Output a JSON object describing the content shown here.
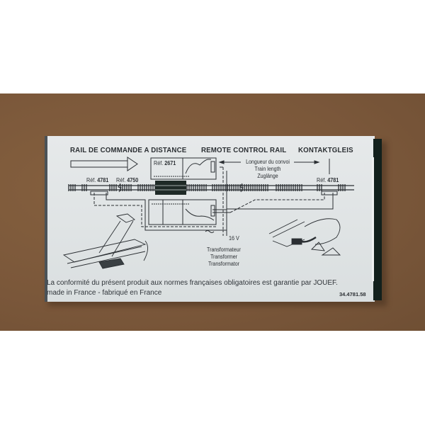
{
  "scene": {
    "description": "Photo of the back of a JOUEF model railway product box lying on a brown surface",
    "background_color": "#7d5a3c",
    "box_color": "#dfe3e4",
    "box_edge_color": "#12201c"
  },
  "box": {
    "headers": {
      "french": "RAIL DE COMMANDE A DISTANCE",
      "english": "REMOTE CONTROL RAIL",
      "german": "KONTAKTGLEIS"
    },
    "diagram": {
      "refs": [
        {
          "prefix": "Réf.",
          "number": "4781",
          "position": "left"
        },
        {
          "prefix": "Réf.",
          "number": "4750",
          "position": "left-center"
        },
        {
          "prefix": "Réf.",
          "number": "2671",
          "position": "center"
        },
        {
          "prefix": "Réf.",
          "number": "4781",
          "position": "right"
        }
      ],
      "train_length_label": [
        "Longueur du convoi",
        "Train length",
        "Zuglänge"
      ],
      "voltage_label": "16 V",
      "transformer_label": [
        "Transformateur",
        "Transformer",
        "Transformator"
      ]
    },
    "footer": {
      "conformity": "La conformité du présent produit aux normes françaises obligatoires est garantie par JOUEF.",
      "origin": "made in France - fabriqué en France",
      "product_code": "34.4781.58"
    }
  }
}
